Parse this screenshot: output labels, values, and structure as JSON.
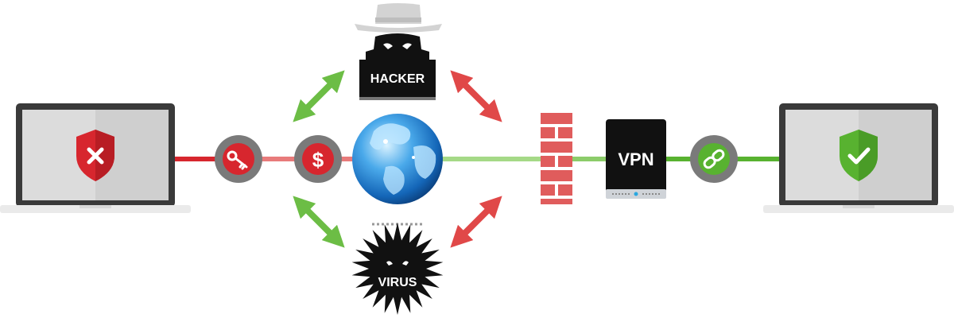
{
  "labels": {
    "hacker": "HACKER",
    "virus": "VIRUS",
    "vpn": "VPN"
  },
  "nodes": {
    "left_laptop": {
      "state": "unprotected",
      "shield_icon": "shield-x-icon"
    },
    "key": {
      "icon": "key-icon"
    },
    "money": {
      "icon": "dollar-icon",
      "glyph": "$"
    },
    "globe": {
      "icon": "globe-icon"
    },
    "firewall": {
      "icon": "brick-wall-icon"
    },
    "vpn_server": {
      "icon": "server-icon"
    },
    "link": {
      "icon": "chain-link-icon"
    },
    "right_laptop": {
      "state": "protected",
      "shield_icon": "shield-check-icon"
    }
  },
  "arrows": {
    "safe_color": "#6cbd45",
    "danger_color": "#e04848"
  },
  "colors": {
    "danger": "#d7262e",
    "danger_light": "#e87b7b",
    "safe": "#58b230",
    "safe_light": "#9fd67f",
    "gray": "#777777",
    "dark": "#111111"
  }
}
